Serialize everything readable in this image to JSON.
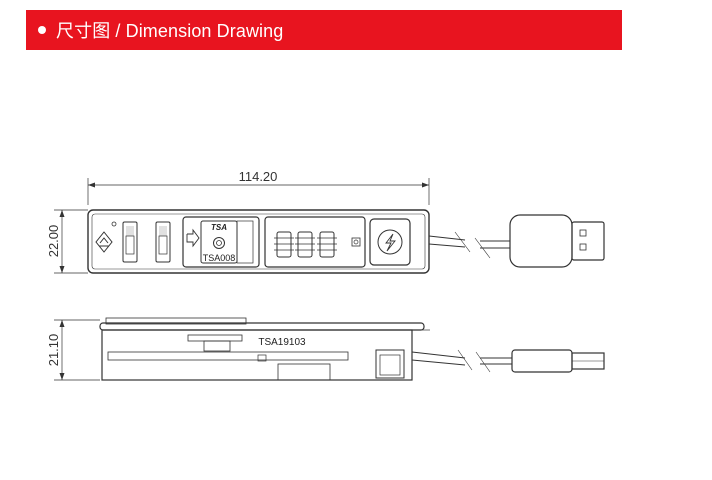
{
  "header": {
    "title": "尺寸图 / Dimension Drawing",
    "accent_color": "#e8141f"
  },
  "dimensions": {
    "width": "114.20",
    "height_top": "22.00",
    "height_side": "21.10"
  },
  "labels": {
    "logo": "TSA",
    "lock_model": "TSA008",
    "side_model": "TSA19103"
  },
  "icons": {
    "bolt": "lightning-bolt-icon",
    "unlock": "diamond-arrow-icon"
  }
}
